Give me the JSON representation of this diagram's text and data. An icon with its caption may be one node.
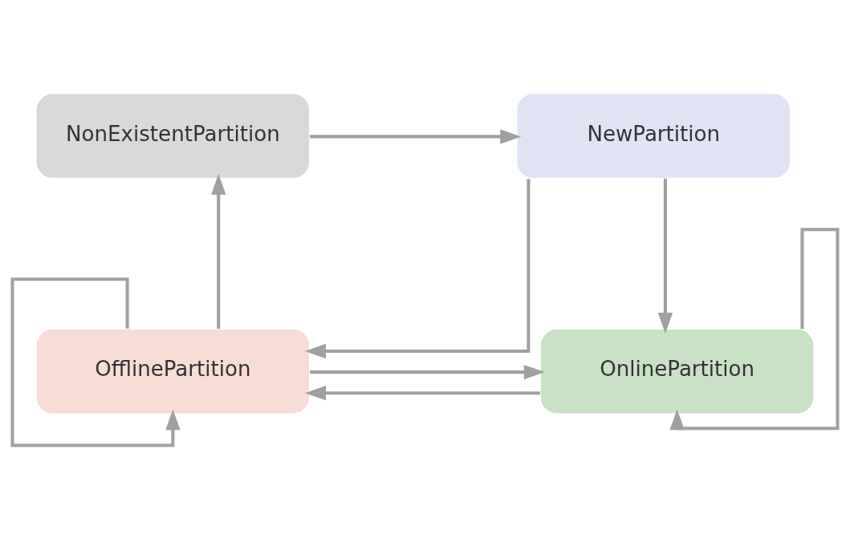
{
  "diagram": {
    "nodes": [
      {
        "text": [
          "NonExistentPartition"
        ]
      },
      {
        "text": [
          "NewPartition"
        ]
      },
      {
        "text": [
          "OfflinePartition"
        ]
      },
      {
        "text": [
          "OnlinePartition"
        ]
      }
    ],
    "edges": [
      {
        "from": 0,
        "to": 1,
        "arrow": "to"
      },
      {
        "from": 1,
        "to": 2,
        "arrow": "to"
      },
      {
        "from": 1,
        "to": 3,
        "arrow": "to"
      },
      {
        "from": 2,
        "to": 2,
        "arrow": "to"
      },
      {
        "from": 3,
        "to": 3,
        "arrow": "to"
      },
      {
        "from": 3,
        "to": 2,
        "arrow": "to"
      },
      {
        "from": 2,
        "to": 3,
        "arrow": "to"
      },
      {
        "from": 2,
        "to": 0,
        "arrow": "to"
      }
    ]
  }
}
